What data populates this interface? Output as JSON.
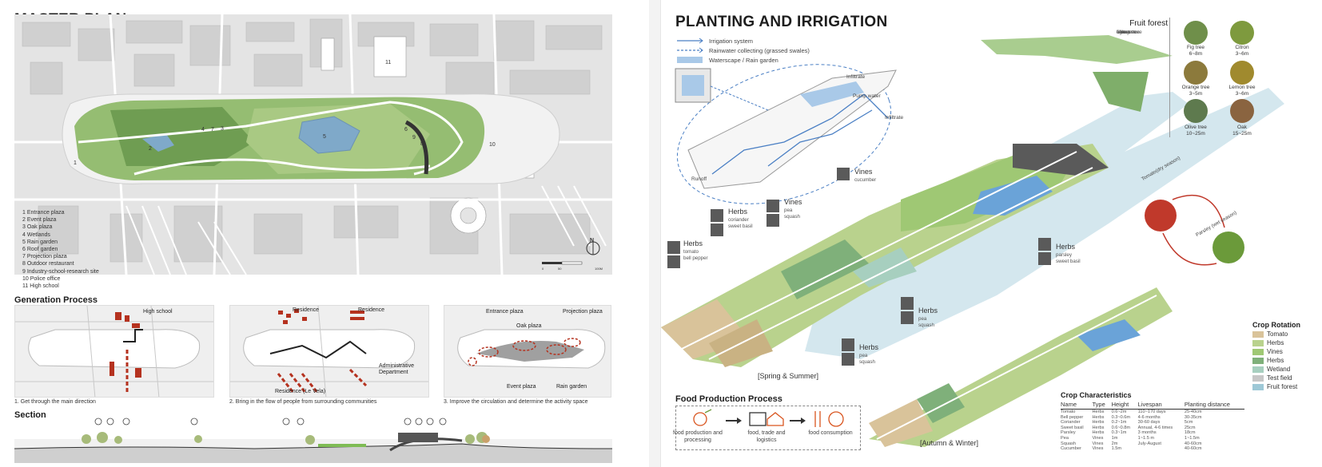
{
  "left": {
    "title": "MASTER PLAN",
    "plan_labels": [
      "1",
      "2",
      "3",
      "4",
      "5",
      "6",
      "7",
      "8",
      "9",
      "10",
      "11"
    ],
    "legend": [
      "1 Entrance plaza",
      "2 Event plaza",
      "3 Oak plaza",
      "4 Wetlands",
      "5 Rain garden",
      "6 Roof garden",
      "7 Projection plaza",
      "8 Outdoor restaurant",
      "9 Industry-school-research site",
      "10 Police office",
      "11 High school"
    ],
    "scale_labels": [
      "0",
      "50",
      "100M"
    ],
    "north": "N",
    "generation_title": "Generation Process",
    "panels": [
      {
        "labels": [
          "High school"
        ],
        "caption": "1. Get through the main direction"
      },
      {
        "labels": [
          "Residence",
          "Residence",
          "Residence (Le Vela)",
          "Administrative Department"
        ],
        "caption": "2. Bring in the flow of people from surrounding communities"
      },
      {
        "labels": [
          "Entrance plaza",
          "Projection plaza",
          "Oak plaza",
          "Event plaza",
          "Rain garden"
        ],
        "caption": "3. Improve the circulation and determine the activity space"
      }
    ],
    "section_title": "Section"
  },
  "right": {
    "title": "PLANTING AND IRRIGATION",
    "legend": [
      {
        "label": "Irrigation system",
        "style": "arrow",
        "color": "#4a7fc4"
      },
      {
        "label": "Rainwater collecting (grassed swales)",
        "style": "dashed",
        "color": "#4a7fc4"
      },
      {
        "label": "Waterscape / Rain garden",
        "style": "fill",
        "color": "#a9c9e8"
      }
    ],
    "water_labels": {
      "infiltrate_top": "Infiltrate",
      "pump_water": "Pump water",
      "infiltrate_right": "Infiltrate",
      "runoff": "Runoff"
    },
    "fruit_forest": {
      "title": "Fruit forest",
      "list": [
        "fig tree",
        "citron",
        "orange tree",
        "lemon tree",
        "olive tree",
        "oak"
      ],
      "trees": [
        {
          "name": "Fig tree",
          "size": "6~8m",
          "color": "#6f8f4a"
        },
        {
          "name": "Citron",
          "size": "3~6m",
          "color": "#7e9a3e"
        },
        {
          "name": "Orange tree",
          "size": "3~5m",
          "color": "#8c7a3c"
        },
        {
          "name": "Lemon tree",
          "size": "3~6m",
          "color": "#a08a2e"
        },
        {
          "name": "Olive tree",
          "size": "10~25m",
          "color": "#5e7a4e"
        },
        {
          "name": "Oak",
          "size": "15~25m",
          "color": "#8a6440"
        }
      ]
    },
    "plant_tags": [
      {
        "title": "Herbs",
        "sub": [
          "tomato",
          "bell pepper"
        ]
      },
      {
        "title": "Herbs",
        "sub": [
          "coriander",
          "sweet basil"
        ]
      },
      {
        "title": "Vines",
        "sub": [
          "pea",
          "squash"
        ]
      },
      {
        "title": "Vines",
        "sub": [
          "cucumber"
        ]
      },
      {
        "title": "Herbs",
        "sub": [
          "parsley",
          "sweet basil"
        ]
      },
      {
        "title": "Herbs",
        "sub": [
          "pea",
          "squash"
        ]
      },
      {
        "title": "Herbs",
        "sub": [
          "pea",
          "squash"
        ]
      }
    ],
    "seasons": [
      "Tomato(dry season)",
      "Parsley (wet season)"
    ],
    "spring_label": "[Spring & Summer]",
    "autumn_label": "[Autumn & Winter]",
    "crop_rotation": {
      "title": "Crop Rotation",
      "items": [
        {
          "label": "Tomato",
          "color": "#d9c39a"
        },
        {
          "label": "Herbs",
          "color": "#b9d28d"
        },
        {
          "label": "Vines",
          "color": "#9fc874"
        },
        {
          "label": "Herbs",
          "color": "#7fb07a"
        },
        {
          "label": "Wetland",
          "color": "#a7cfbf"
        },
        {
          "label": "Test field",
          "color": "#c7c7c7"
        },
        {
          "label": "Fruit forest",
          "color": "#9ec8d6"
        }
      ]
    },
    "food_process": {
      "title": "Food Production Process",
      "steps": [
        "food production and processing",
        "food, trade and logistics",
        "food consumption"
      ]
    },
    "crop_characteristics": {
      "title": "Crop Characteristics",
      "headers": [
        "Name",
        "Type",
        "Height",
        "Livespan",
        "Planting distance"
      ],
      "rows": [
        [
          "Tomato",
          "Herbs",
          "0.6~2m",
          "110~170 days",
          "25-40cm"
        ],
        [
          "Bell pepper",
          "Herbs",
          "0.3~0.6m",
          "4-6 months",
          "30-35cm"
        ],
        [
          "Coriander",
          "Herbs",
          "0.2~1m",
          "30-60 days",
          "5cm"
        ],
        [
          "Sweet basil",
          "Herbs",
          "0.6~0.8m",
          "Annual, 4-6 times",
          "25cm"
        ],
        [
          "Parsley",
          "Herbs",
          "0.3~1m",
          "3 months",
          "18cm"
        ],
        [
          "Pea",
          "Vines",
          "1m",
          "1~1.5 m",
          "1~1.5m"
        ],
        [
          "Squash",
          "Vines",
          "2m",
          "July-August",
          "40-60cm"
        ],
        [
          "Cucumber",
          "Vines",
          "1.5m",
          "",
          "40-60cm"
        ]
      ]
    }
  }
}
